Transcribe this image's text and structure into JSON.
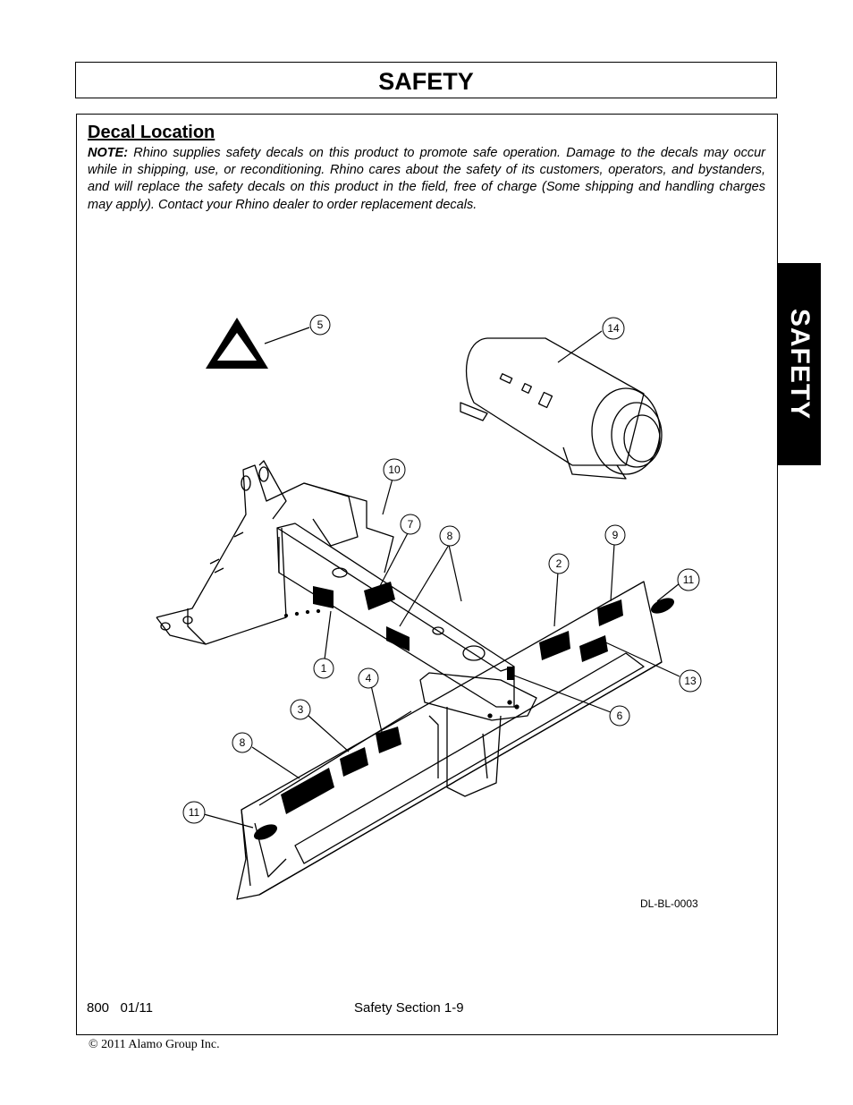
{
  "header": {
    "title": "SAFETY"
  },
  "side_tab": {
    "label": "SAFETY"
  },
  "section": {
    "title": "Decal Location",
    "note_label": "NOTE:",
    "note_text": "Rhino supplies safety decals on this product to promote safe operation. Damage to the decals may occur while in shipping, use, or reconditioning. Rhino cares about the safety of its customers, operators, and bystanders, and will replace the safety decals on this product in the field, free of charge (Some shipping and handling charges may apply). Contact your Rhino dealer to order replacement decals."
  },
  "diagram": {
    "figure_id": "DL-BL-0003",
    "callouts": [
      "5",
      "14",
      "10",
      "7",
      "8",
      "9",
      "2",
      "11",
      "1",
      "4",
      "3",
      "6",
      "13",
      "8",
      "11"
    ]
  },
  "footer": {
    "model_date": "800   01/11",
    "section_page": "Safety Section 1-9",
    "copyright": "© 2011 Alamo Group Inc."
  }
}
